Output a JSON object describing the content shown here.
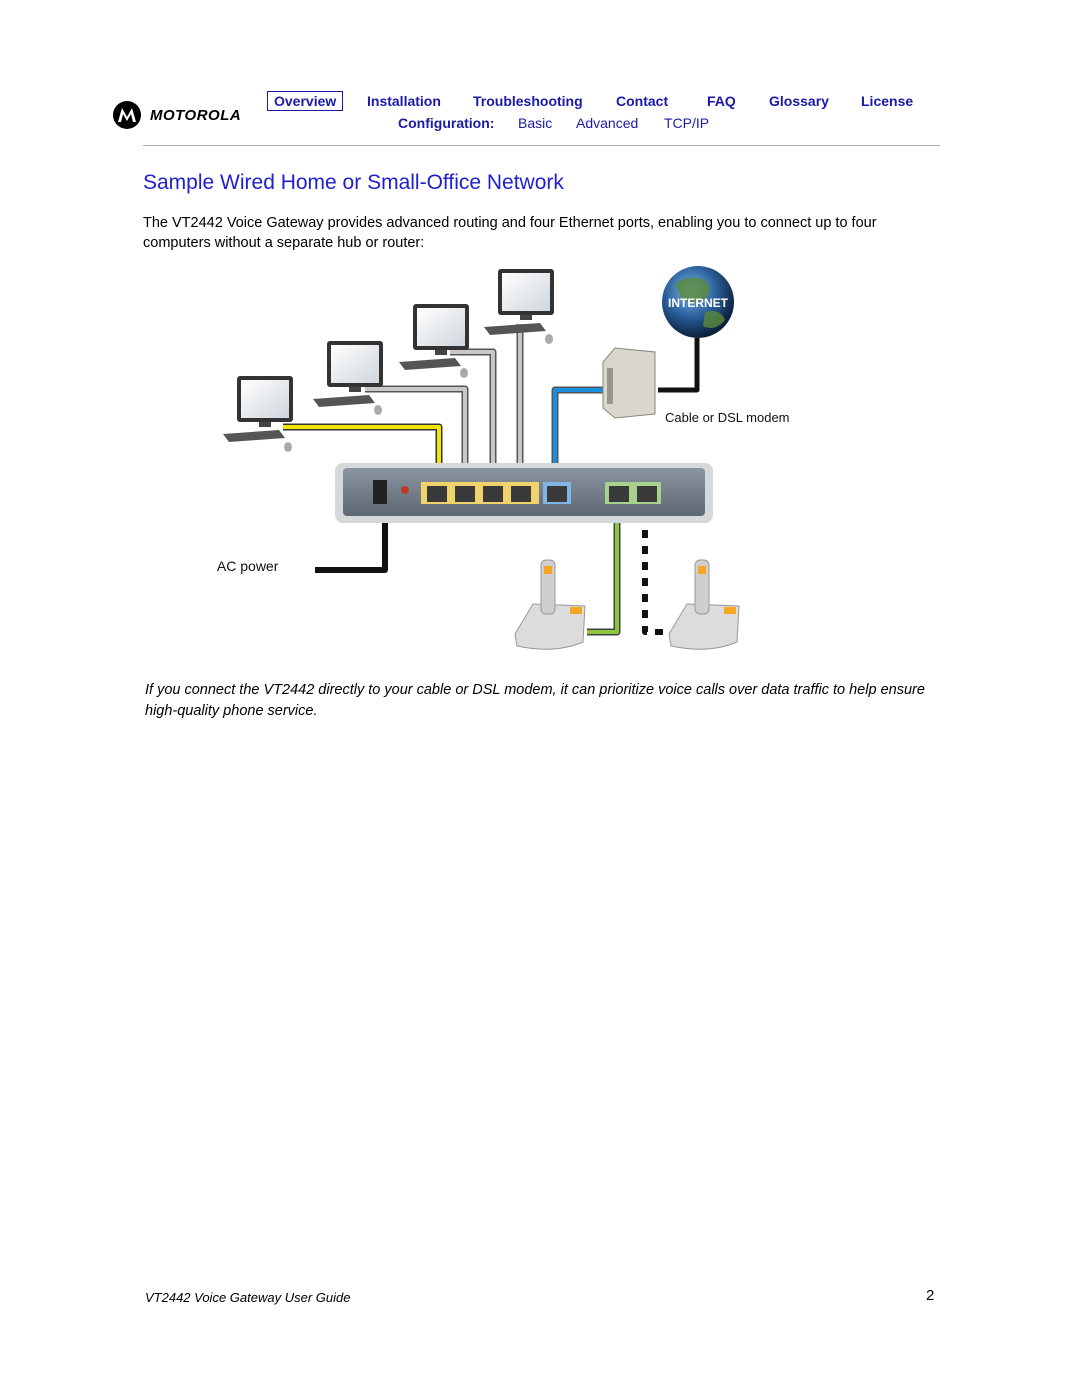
{
  "brand": {
    "name": "MOTOROLA"
  },
  "nav": {
    "items": [
      {
        "label": "Overview",
        "active": true
      },
      {
        "label": "Installation"
      },
      {
        "label": "Troubleshooting"
      },
      {
        "label": "Contact"
      },
      {
        "label": "FAQ"
      },
      {
        "label": "Glossary"
      },
      {
        "label": "License"
      }
    ],
    "config_label": "Configuration:",
    "config_items": [
      "Basic",
      "Advanced",
      "TCP/IP"
    ]
  },
  "heading": "Sample Wired Home or Small-Office Network",
  "intro": "The VT2442 Voice Gateway provides advanced routing and four Ethernet ports, enabling you to connect up to four computers without a separate hub or router:",
  "diagram": {
    "internet_label": "INTERNET",
    "modem_label": "Cable or DSL modem",
    "power_label": "To AC power"
  },
  "caption": "If you connect the VT2442 directly to your cable or DSL modem, it can prioritize voice calls over data traffic to help ensure high-quality phone service.",
  "footer": {
    "title": "VT2442 Voice Gateway User Guide",
    "page": "2"
  },
  "colors": {
    "link": "#1a1aa6",
    "heading": "#2020d0",
    "cable_yellow": "#f2e600",
    "cable_blue": "#1a8fe0",
    "cable_green": "#8cc63f"
  }
}
